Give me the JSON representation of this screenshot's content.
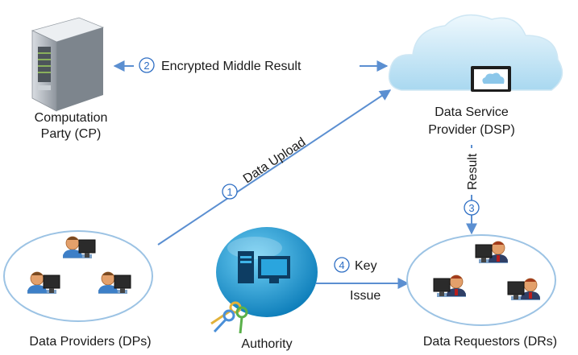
{
  "nodes": {
    "cp": {
      "label_line1": "Computation",
      "label_line2": "Party (CP)"
    },
    "dsp": {
      "label_line1": "Data Service",
      "label_line2": "Provider (DSP)"
    },
    "dps": {
      "label": "Data Providers (DPs)"
    },
    "authority": {
      "label": "Authority"
    },
    "drs": {
      "label": "Data Requestors (DRs)"
    }
  },
  "edges": {
    "data_upload": {
      "step": "1",
      "label": "Data Upload"
    },
    "middle_result": {
      "step": "2",
      "label": "Encrypted Middle Result"
    },
    "result": {
      "step": "3",
      "label": "Result"
    },
    "key_issue": {
      "step": "4",
      "label_line1": "Key",
      "label_line2": "Issue"
    }
  },
  "colors": {
    "arrow": "#5b8fd1",
    "step_circle": "#2f6fc4",
    "cloud": "#bfe3f5",
    "authority_sphere": "#1f9fd8"
  }
}
